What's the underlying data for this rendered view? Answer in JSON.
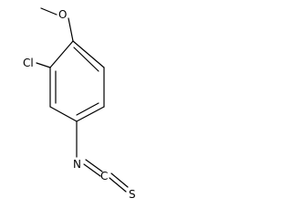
{
  "molecule": {
    "atoms": {
      "chlorine": "Cl",
      "oxygen": "O",
      "nitrogen": "N",
      "carbon": "C",
      "sulfur": "S"
    }
  },
  "colors": {
    "background": "#ffffff",
    "ink": "#000000"
  }
}
